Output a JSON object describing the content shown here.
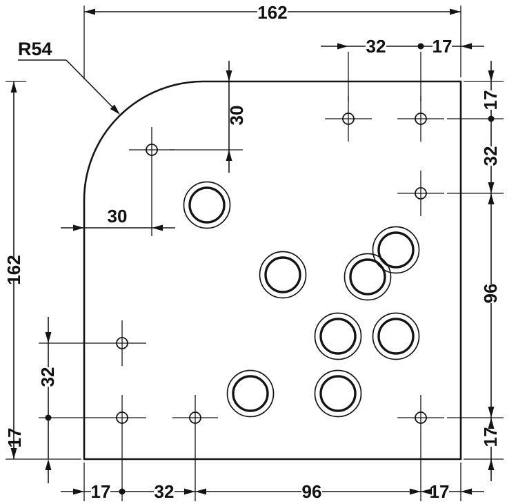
{
  "drawing": {
    "dims": {
      "width": "162",
      "height": "162",
      "radius": "R54",
      "offset_v": "30",
      "offset_h": "30",
      "top_right": {
        "spacing": "32",
        "edge": "17"
      },
      "right": {
        "edge_top": "17",
        "spacing": "32",
        "span": "96",
        "edge_bottom": "17"
      },
      "left": {
        "spacing": "32",
        "edge_bottom": "17"
      },
      "bottom": {
        "edge_left": "17",
        "spacing": "32",
        "span": "96",
        "edge_right": "17"
      }
    }
  }
}
